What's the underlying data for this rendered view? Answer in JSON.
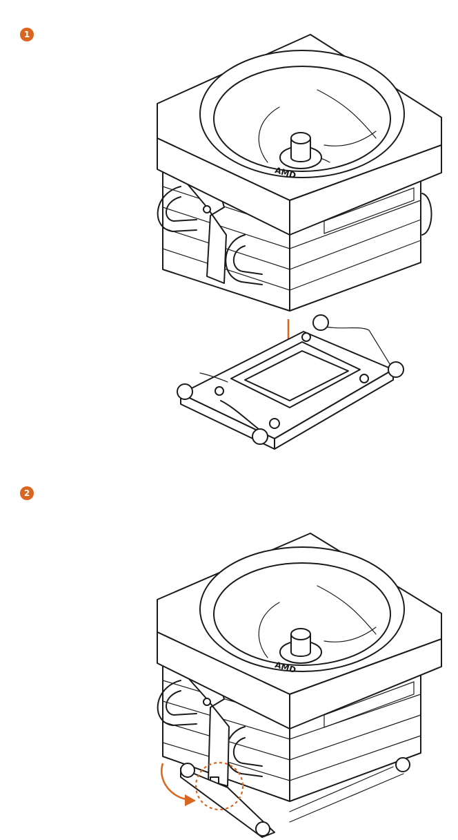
{
  "colors": {
    "accent": "#d9651e",
    "line": "#1a1a1a",
    "background": "#ffffff"
  },
  "steps": [
    {
      "number": "1",
      "brand_mark": "AMD"
    },
    {
      "number": "2",
      "brand_mark": "AMD"
    }
  ]
}
